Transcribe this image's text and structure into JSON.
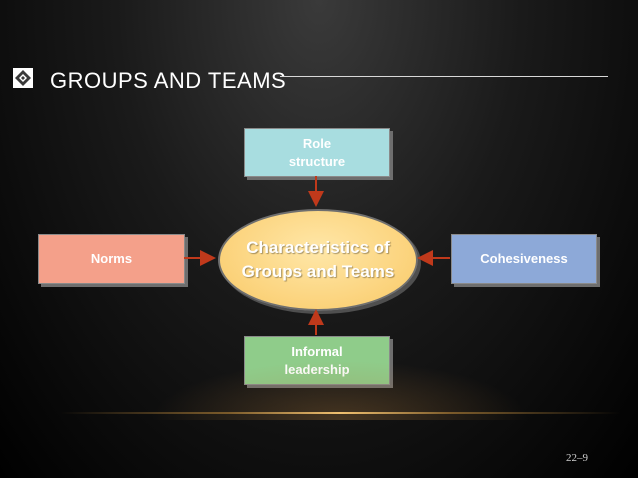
{
  "slide": {
    "title": "GROUPS AND TEAMS",
    "page_number": "22–9"
  },
  "diagram": {
    "center": {
      "label": "Characteristics of\nGroups and Teams",
      "color": "#fbd27a"
    },
    "top": {
      "label": "Role\nstructure",
      "color": "#a8dde0"
    },
    "bottom": {
      "label": "Informal\nleadership",
      "color": "#8fcc8a"
    },
    "left": {
      "label": "Norms",
      "color": "#f4a08a"
    },
    "right": {
      "label": "Cohesiveness",
      "color": "#8da9d8"
    },
    "arrow_color": "#c0391b"
  }
}
